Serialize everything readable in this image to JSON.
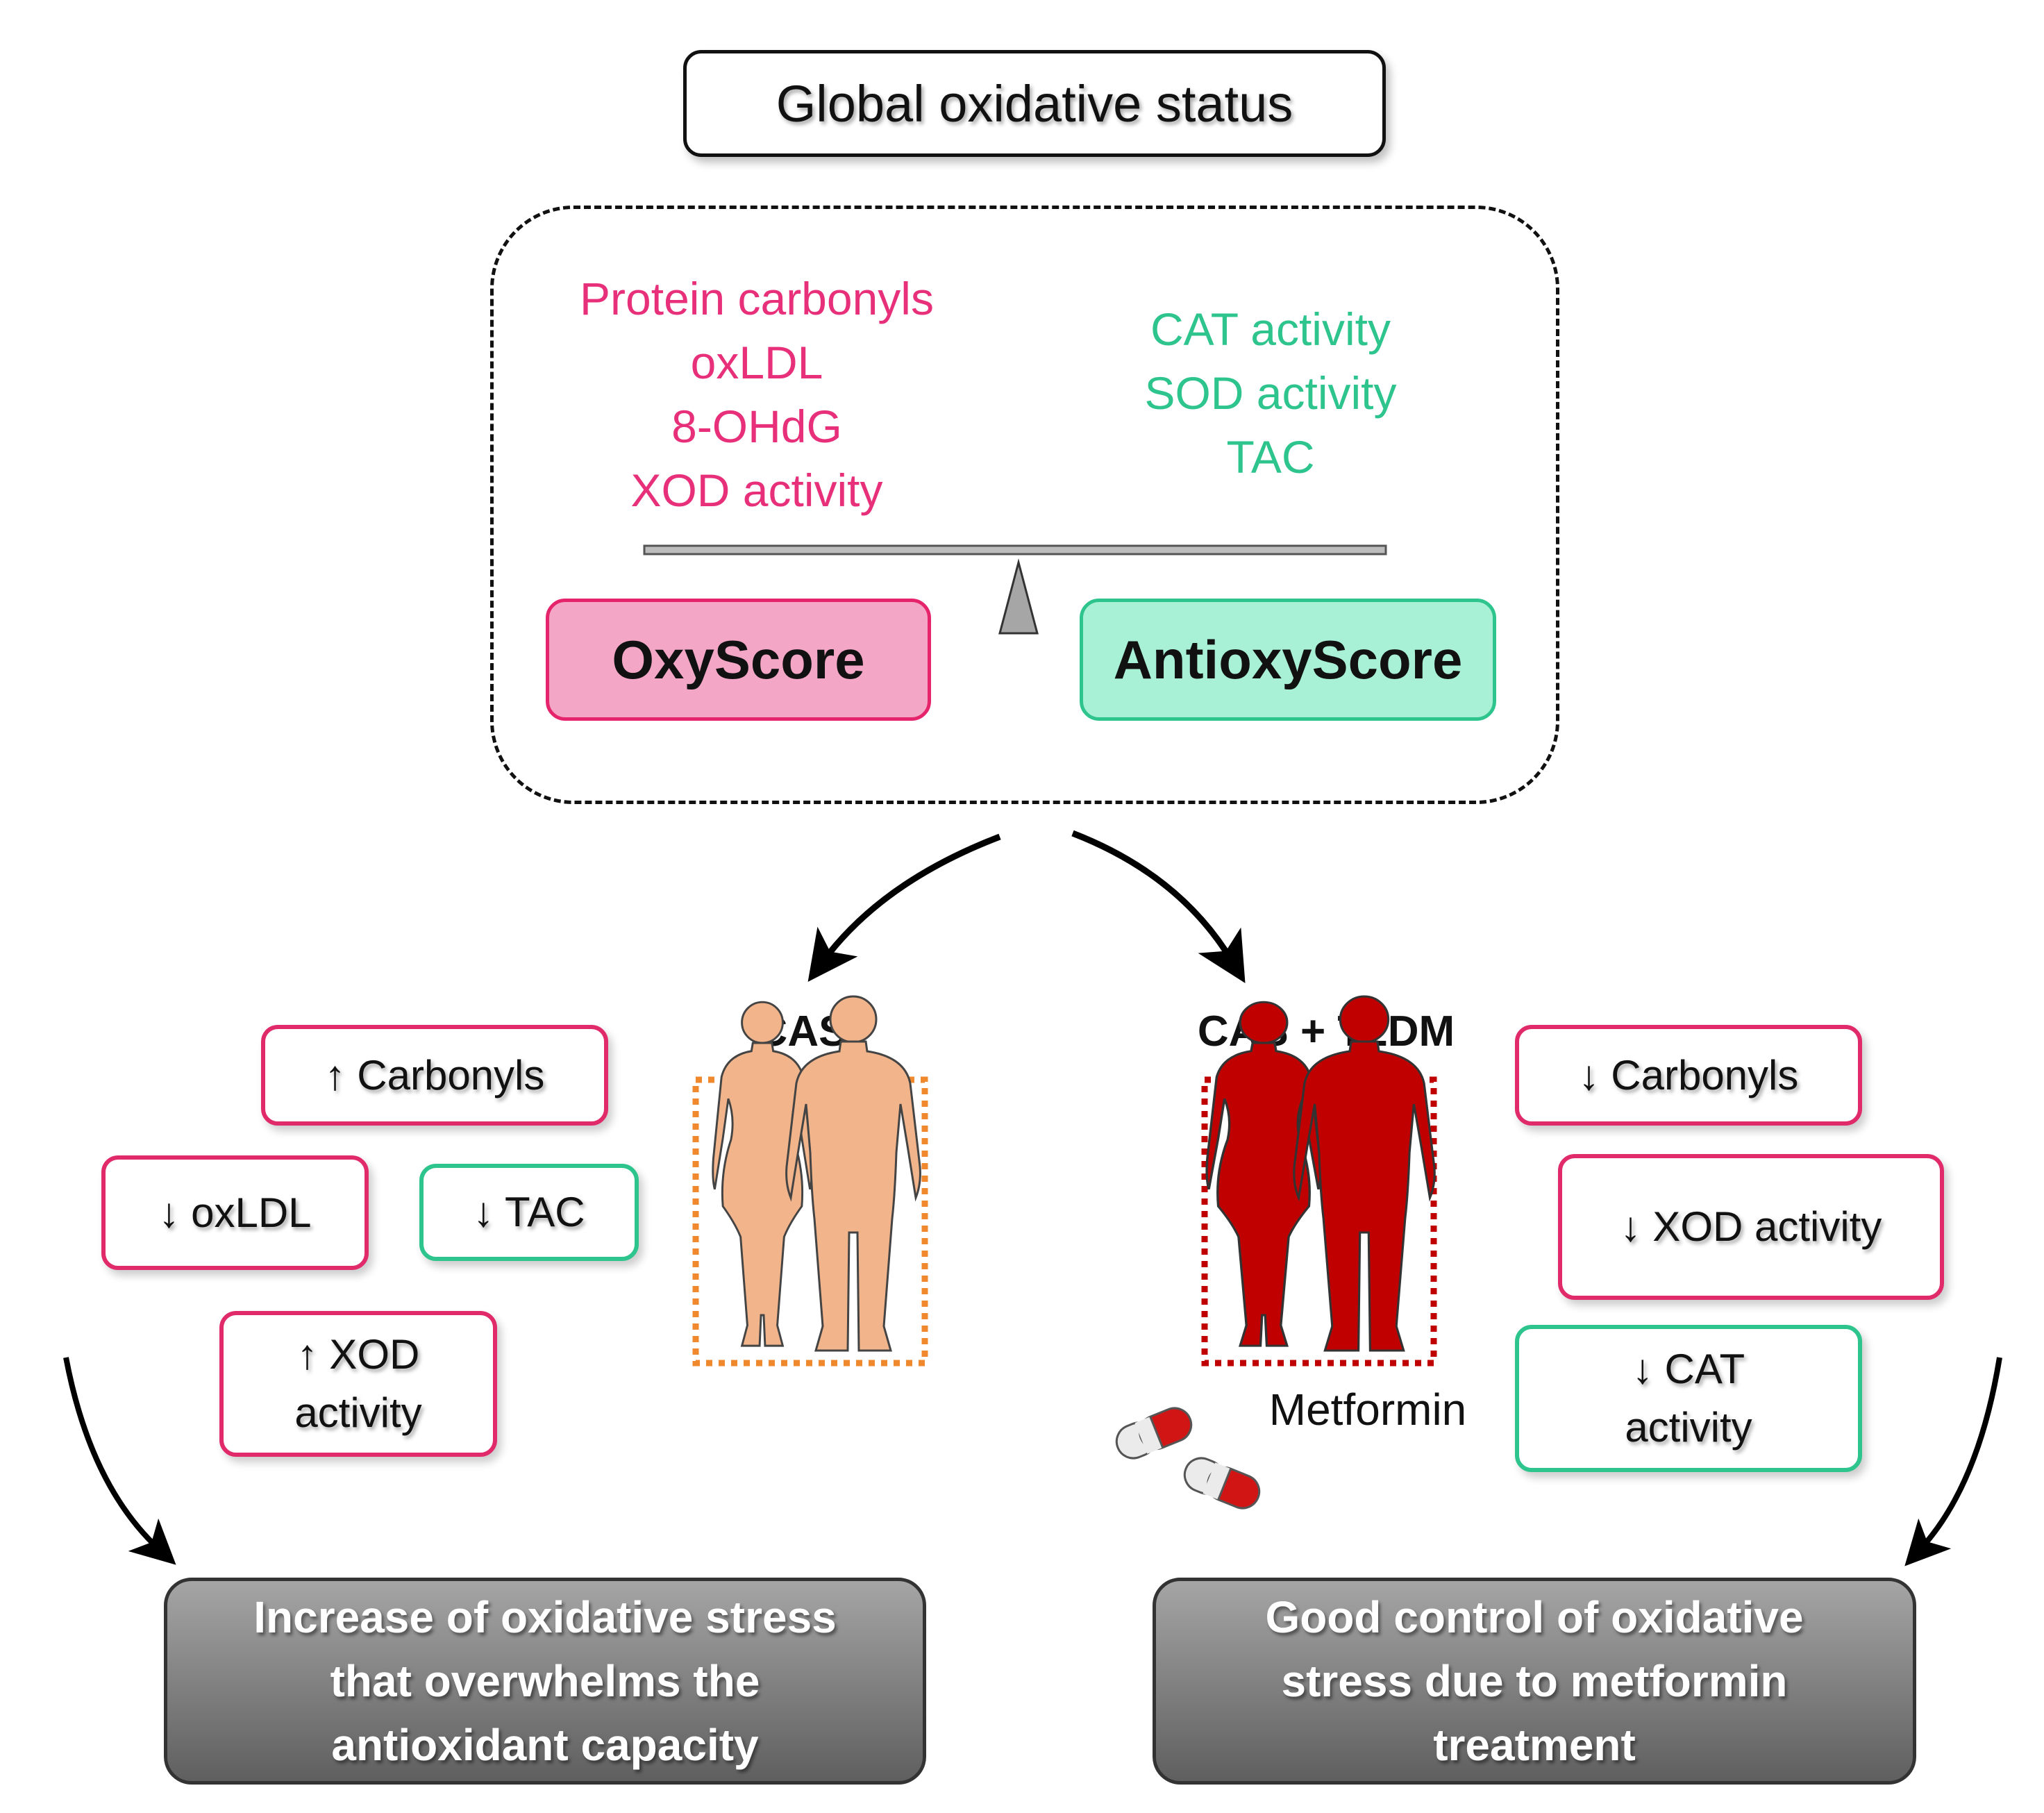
{
  "title": "Global oxidative status",
  "balance": {
    "oxidant_markers": [
      "Protein carbonyls",
      "oxLDL",
      "8-OHdG",
      "XOD activity"
    ],
    "antioxidant_markers": [
      "CAT activity",
      "SOD activity",
      "TAC"
    ],
    "oxyscore_label": "OxyScore",
    "antioxyscore_label": "AntioxyScore"
  },
  "groups": {
    "cas": {
      "label": "CAS",
      "changes": [
        {
          "text": "↑ Carbonyls",
          "type": "oxidant"
        },
        {
          "text": "↓ oxLDL",
          "type": "oxidant"
        },
        {
          "text": "↓ TAC",
          "type": "antioxidant"
        },
        {
          "line1": "↑ XOD",
          "line2": "activity",
          "type": "oxidant"
        }
      ],
      "outcome": [
        "Increase of oxidative stress",
        "that overwhelms the",
        "antioxidant capacity"
      ]
    },
    "cas_t2dm": {
      "label": "CAS + T2DM",
      "treatment": "Metformin",
      "changes": [
        {
          "text": "↓ Carbonyls",
          "type": "oxidant"
        },
        {
          "text": "↓ XOD activity",
          "type": "oxidant"
        },
        {
          "line1": "↓ CAT",
          "line2": "activity",
          "type": "antioxidant"
        }
      ],
      "outcome": [
        "Good control of oxidative",
        "stress due to metformin",
        "treatment"
      ]
    }
  },
  "colors": {
    "oxidant": "#e8307a",
    "antioxidant": "#2ec48e",
    "cas_figure": "#f2b48a",
    "cas_t2dm_figure": "#c00000",
    "cas_frame": "#f0892e",
    "cas_t2dm_frame": "#c00000"
  }
}
